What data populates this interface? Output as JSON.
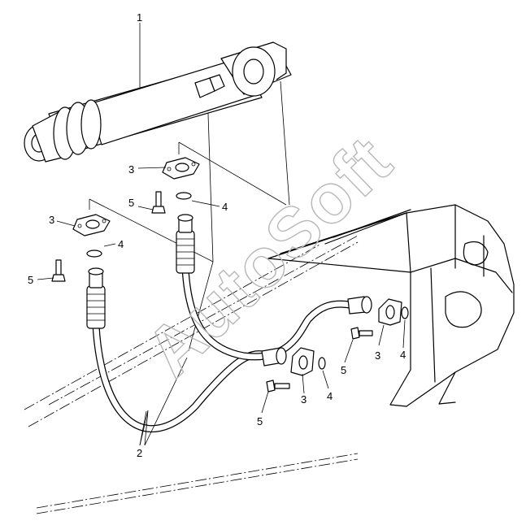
{
  "callouts": {
    "c1": "1",
    "c2": "2",
    "c3": "3",
    "c4": "4",
    "c5": "5"
  },
  "watermark": "AutoSoft",
  "parts": [
    {
      "number": "1",
      "icon": "hydraulic-cylinder-icon"
    },
    {
      "number": "2",
      "icon": "hydraulic-hose-icon"
    },
    {
      "number": "3",
      "icon": "split-flange-icon"
    },
    {
      "number": "4",
      "icon": "o-ring-icon"
    },
    {
      "number": "5",
      "icon": "bolt-icon"
    }
  ]
}
